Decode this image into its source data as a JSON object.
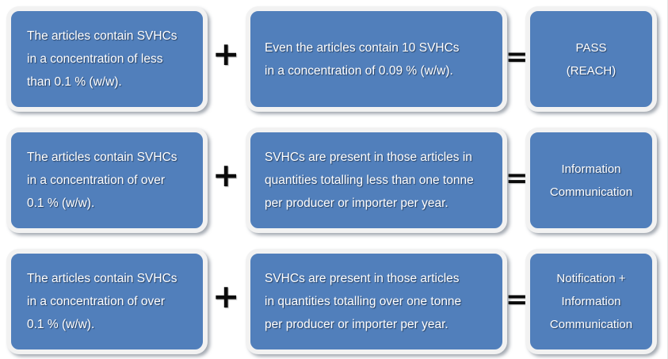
{
  "diagram": {
    "title": "REACH SVHC article obligations decision chart",
    "accent_color": "#517fbb",
    "box_border_color": "#f2f2f2",
    "text_color": "#ffffff",
    "operator_color": "#0b0b0b",
    "background_color": "#ffffff",
    "operators": {
      "plus": "+",
      "equals": "="
    },
    "rows": [
      {
        "condition": {
          "lines": [
            "The articles contain SVHCs",
            "in a concentration of less",
            "than 0.1 % (w/w)."
          ]
        },
        "qualifier": {
          "lines": [
            "Even the articles contain 10 SVHCs",
            "in a concentration of 0.09 % (w/w)."
          ]
        },
        "result": {
          "lines": [
            "PASS",
            "(REACH)"
          ]
        }
      },
      {
        "condition": {
          "lines": [
            "The articles contain SVHCs",
            "in a concentration of over",
            "0.1 % (w/w)."
          ]
        },
        "qualifier": {
          "lines": [
            "SVHCs are present in those articles in",
            "quantities totalling less than one tonne",
            "per producer or importer per year."
          ]
        },
        "result": {
          "lines": [
            "Information",
            "Communication"
          ]
        }
      },
      {
        "condition": {
          "lines": [
            "The articles contain SVHCs",
            "in a concentration of over",
            "0.1 % (w/w)."
          ]
        },
        "qualifier": {
          "lines": [
            "SVHCs are present in those articles",
            "in quantities totalling over one tonne",
            "per producer or importer per year."
          ]
        },
        "result": {
          "lines": [
            "Notification +",
            "Information",
            "Communication"
          ]
        }
      }
    ]
  }
}
